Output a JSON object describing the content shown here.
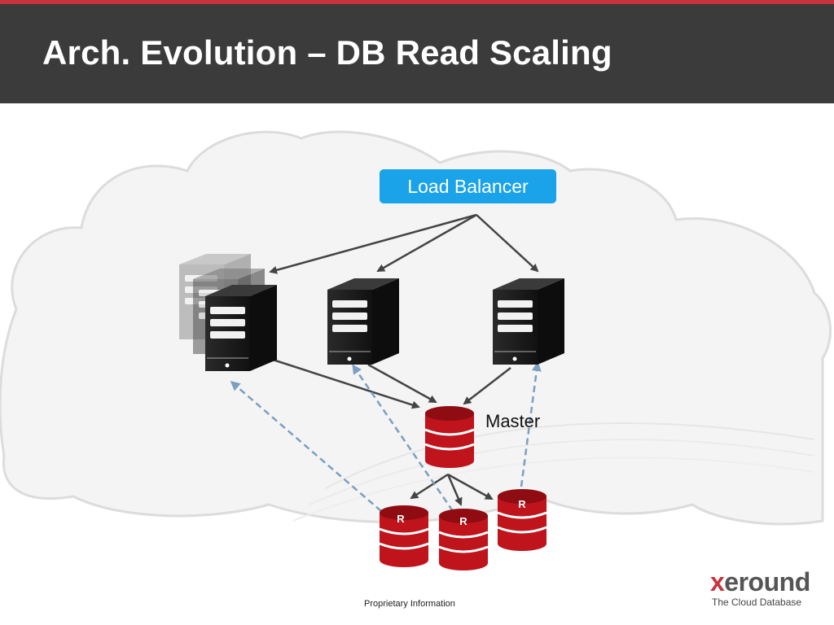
{
  "slide": {
    "title": "Arch. Evolution – DB Read Scaling",
    "footer": "Proprietary Information"
  },
  "diagram": {
    "load_balancer": "Load Balancer",
    "master_label": "Master",
    "replica_tag": "R"
  },
  "logo": {
    "x_letter": "x",
    "word_rest": "eround",
    "tagline": "The Cloud Database"
  },
  "colors": {
    "title_bar": "#3b3b3b",
    "accent": "#c8323b",
    "load_balancer": "#1aa3e8",
    "db_red": "#c0141c",
    "replication_arrow": "#7a9fc0"
  }
}
